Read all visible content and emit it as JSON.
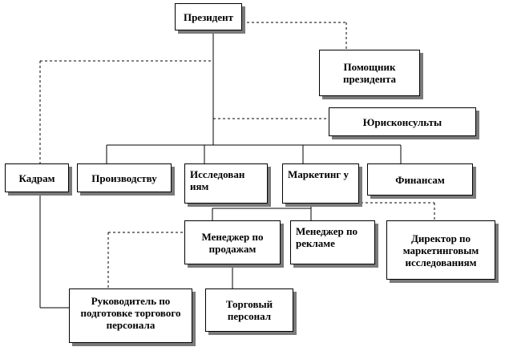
{
  "nodes": {
    "president": "Президент",
    "assistant": "Помощник президента",
    "legal": "Юрисконсульты",
    "hr": "Кадрам",
    "production": "Производству",
    "research": "Исследован иям",
    "marketing": "Маркетинг у",
    "finance": "Финансам",
    "sales_manager": "Менеджер по продажам",
    "ad_manager": "Менеджер по рекламе",
    "marketing_research_director": "Директор по маркетинговым исследованиям",
    "sales_training_head": "Руководитель по подготовке торгового персонала",
    "sales_staff": "Торговый персонал"
  },
  "colors": {
    "line": "#000000",
    "shadow": "#7a7a7a",
    "background": "#ffffff"
  }
}
